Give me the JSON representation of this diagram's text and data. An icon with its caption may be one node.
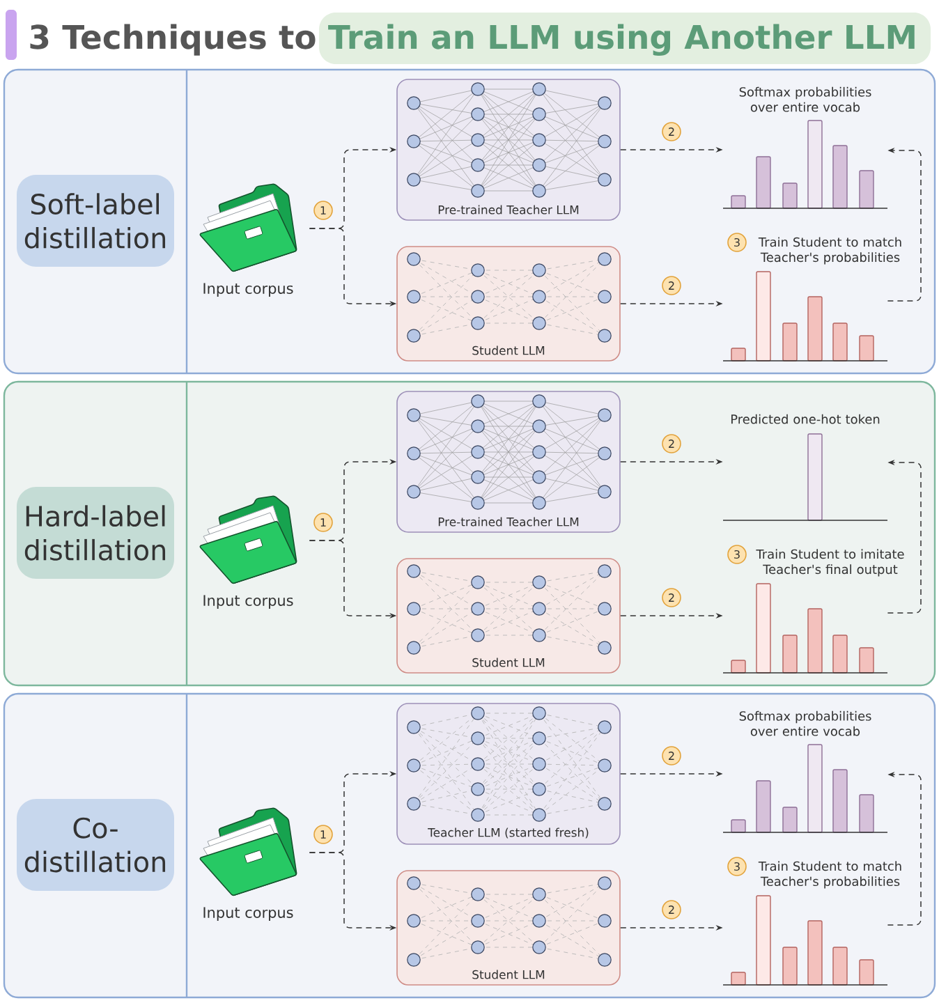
{
  "diagram": {
    "title": "3 Techniques to Train an LLM using Another LLM",
    "nodes": [
      {
        "text": [],
        "shape": "box"
      },
      {
        "text": [
          "Soft-label distillation"
        ],
        "in": 0
      },
      {
        "text": [],
        "shape": "picture",
        "beside": [
          "Input corpus"
        ],
        "in": 0
      },
      {
        "text": [
          "Pre-trained Teacher LLM"
        ],
        "in": 0
      },
      {
        "text": [
          "Student LLM"
        ],
        "in": 0
      },
      {
        "text": [],
        "shape": "picture",
        "beside": [
          "Softmax probabilities over entire vocab"
        ],
        "in": 0
      },
      {
        "text": [],
        "shape": "picture",
        "in": 0
      },
      {
        "text": [],
        "shape": "box"
      },
      {
        "text": [
          "Hard-label distillation"
        ],
        "in": 7
      },
      {
        "text": [],
        "shape": "picture",
        "beside": [
          "Input corpus"
        ],
        "in": 7
      },
      {
        "text": [
          "Pre-trained Teacher LLM"
        ],
        "in": 7
      },
      {
        "text": [
          "Student LLM"
        ],
        "in": 7
      },
      {
        "text": [],
        "shape": "picture",
        "beside": [
          "Predicted one-hot token"
        ],
        "in": 7
      },
      {
        "text": [],
        "shape": "picture",
        "in": 7
      },
      {
        "text": [],
        "shape": "box"
      },
      {
        "text": [
          "Co- distillation"
        ],
        "in": 14
      },
      {
        "text": [],
        "shape": "picture",
        "beside": [
          "Input corpus"
        ],
        "in": 14
      },
      {
        "text": [
          "Teacher LLM (started fresh)"
        ],
        "in": 14
      },
      {
        "text": [
          "Student LLM"
        ],
        "in": 14
      },
      {
        "text": [],
        "shape": "picture",
        "beside": [
          "Softmax probabilities over entire vocab"
        ],
        "in": 14
      },
      {
        "text": [],
        "shape": "picture",
        "in": 14
      }
    ],
    "edges": [
      {
        "from": 2,
        "to": 3,
        "arrow": "to",
        "style": "dashed",
        "label": "1"
      },
      {
        "from": 2,
        "to": 4,
        "arrow": "to",
        "style": "dashed"
      },
      {
        "from": 3,
        "to": 5,
        "arrow": "to",
        "style": "dashed",
        "label": "2"
      },
      {
        "from": 4,
        "to": 6,
        "arrow": "to",
        "style": "dashed",
        "label": "2"
      },
      {
        "from": 6,
        "to": 5,
        "arrow": "to",
        "style": "dashed",
        "label": "Train Student to match Teacher's probabilities"
      },
      {
        "from": 9,
        "to": 10,
        "arrow": "to",
        "style": "dashed",
        "label": "1"
      },
      {
        "from": 9,
        "to": 11,
        "arrow": "to",
        "style": "dashed"
      },
      {
        "from": 10,
        "to": 12,
        "arrow": "to",
        "style": "dashed",
        "label": "2"
      },
      {
        "from": 11,
        "to": 13,
        "arrow": "to",
        "style": "dashed",
        "label": "2"
      },
      {
        "from": 13,
        "to": 12,
        "arrow": "to",
        "style": "dashed",
        "label": "Train Student to imitate Teacher's final output"
      },
      {
        "from": 16,
        "to": 17,
        "arrow": "to",
        "style": "dashed",
        "label": "1"
      },
      {
        "from": 16,
        "to": 18,
        "arrow": "to",
        "style": "dashed"
      },
      {
        "from": 17,
        "to": 19,
        "arrow": "to",
        "style": "dashed",
        "label": "2"
      },
      {
        "from": 18,
        "to": 20,
        "arrow": "to",
        "style": "dashed",
        "label": "2"
      },
      {
        "from": 20,
        "to": 19,
        "arrow": "to",
        "style": "dashed",
        "label": "Train Student to match Teacher's probabilities"
      }
    ],
    "labels": [
      "3",
      "3",
      "3"
    ]
  }
}
